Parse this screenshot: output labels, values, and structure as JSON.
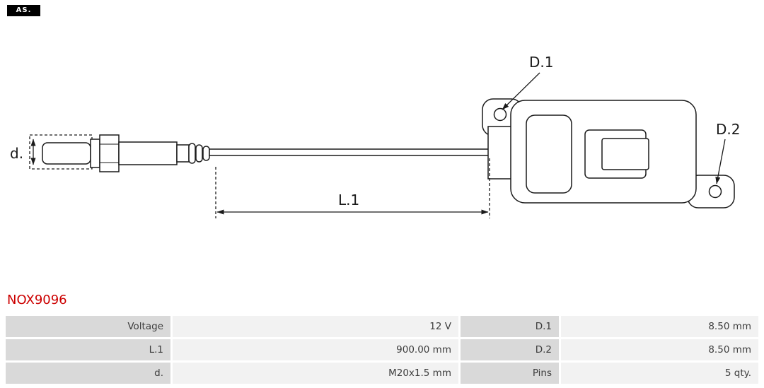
{
  "logo": {
    "text": "AS.",
    "background": "#000000",
    "text_color": "#ffffff"
  },
  "part_number": "NOX9096",
  "diagram": {
    "labels": {
      "d": "d.",
      "d1": "D.1",
      "d2": "D.2",
      "l1": "L.1"
    }
  },
  "table": {
    "rows": [
      {
        "c0": "Voltage",
        "c1": "12 V",
        "c2": "D.1",
        "c3": "8.50 mm"
      },
      {
        "c0": "L.1",
        "c1": "900.00 mm",
        "c2": "D.2",
        "c3": "8.50 mm"
      },
      {
        "c0": "d.",
        "c1": "M20x1.5 mm",
        "c2": "Pins",
        "c3": "5 qty."
      }
    ]
  },
  "colors": {
    "part_number": "#cc0000",
    "table_label_bg": "#d9d9d9",
    "table_value_bg": "#f2f2f2",
    "line": "#1a1a1a"
  }
}
